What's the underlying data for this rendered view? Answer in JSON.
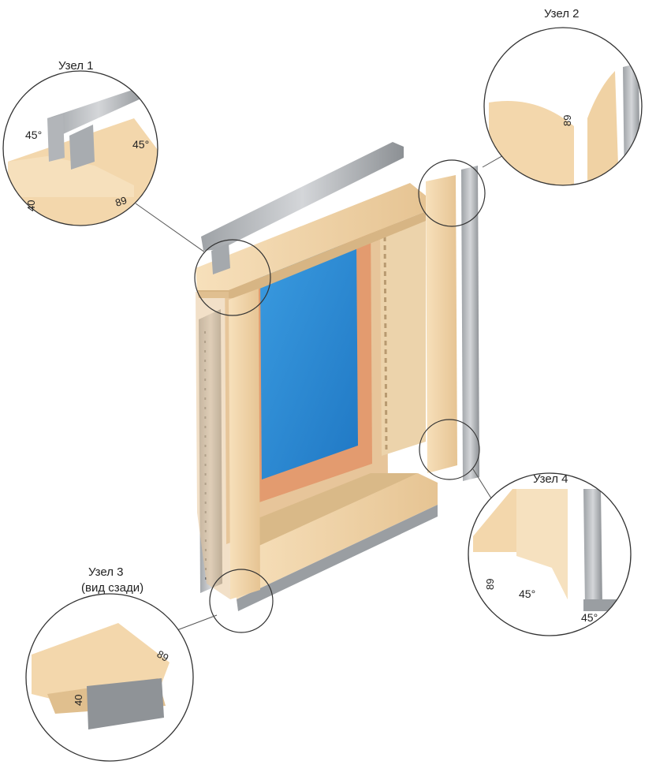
{
  "details": [
    {
      "id": "node-1",
      "title": "Узел 1",
      "subtitle": "",
      "dims": [
        "40",
        "89"
      ],
      "angles": [
        "45°",
        "45°"
      ]
    },
    {
      "id": "node-2",
      "title": "Узел 2",
      "subtitle": "",
      "dims": [
        "89"
      ],
      "angles": []
    },
    {
      "id": "node-3",
      "title": "Узел 3",
      "subtitle": "(вид сзади)",
      "dims": [
        "89",
        "40"
      ],
      "angles": []
    },
    {
      "id": "node-4",
      "title": "Узел 4",
      "subtitle": "",
      "dims": [
        "89"
      ],
      "angles": [
        "45°",
        "45°"
      ]
    }
  ],
  "colors": {
    "trim": "#f3d7ac",
    "trim_shadow": "#dcb98a",
    "profile": "#b9bcc0",
    "profile_dark": "#8f9397",
    "glass": "#2f8fd6",
    "window_frame": "#e39b6f",
    "wall": "#ecd2a9"
  }
}
